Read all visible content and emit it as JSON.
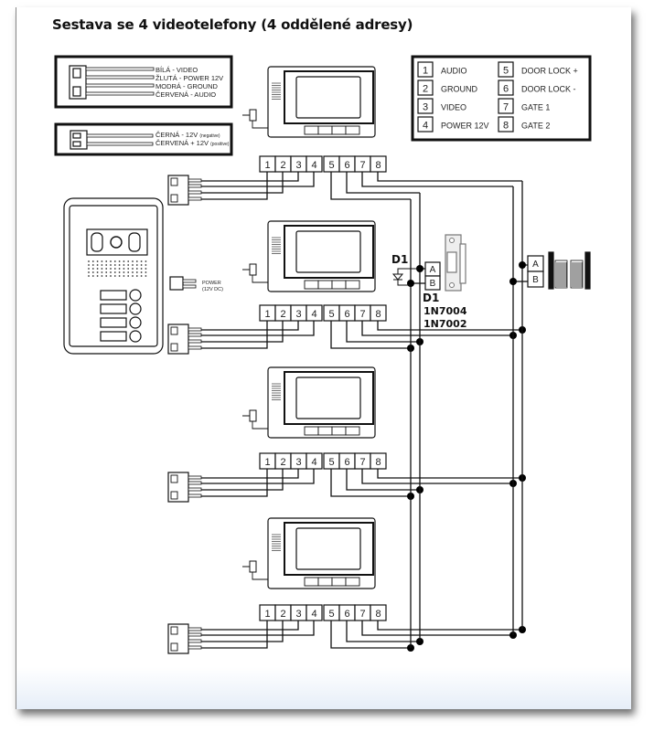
{
  "title": "Sestava se 4 videotelefony (4 oddělené adresy)",
  "wire_legend_4": [
    {
      "color": "BÍLÁ",
      "sep": "-",
      "signal": "VIDEO"
    },
    {
      "color": "ŽLUTÁ",
      "sep": "-",
      "signal": "POWER 12V"
    },
    {
      "color": "MODRÁ",
      "sep": "-",
      "signal": "GROUND"
    },
    {
      "color": "ČERVENÁ",
      "sep": "-",
      "signal": "AUDIO"
    }
  ],
  "wire_legend_2": [
    {
      "color": "ČERNÁ",
      "sep": "-",
      "signal": "12V",
      "note": "(negative)"
    },
    {
      "color": "ČERVENÁ",
      "sep": "+",
      "signal": "12V",
      "note": "(positive)"
    }
  ],
  "terminal_legend": [
    {
      "num": "1",
      "label": "AUDIO"
    },
    {
      "num": "2",
      "label": "GROUND"
    },
    {
      "num": "3",
      "label": "VIDEO"
    },
    {
      "num": "4",
      "label": "POWER 12V"
    },
    {
      "num": "5",
      "label": "DOOR LOCK +"
    },
    {
      "num": "6",
      "label": "DOOR LOCK -"
    },
    {
      "num": "7",
      "label": "GATE 1"
    },
    {
      "num": "8",
      "label": "GATE 2"
    }
  ],
  "terminals": [
    "1",
    "2",
    "3",
    "4",
    "5",
    "6",
    "7",
    "8"
  ],
  "monitors": [
    {
      "name": "monitor-1"
    },
    {
      "name": "monitor-2"
    },
    {
      "name": "monitor-3"
    },
    {
      "name": "monitor-4"
    }
  ],
  "power_label": [
    "POWER",
    "(12V DC)"
  ],
  "lock_terminals": [
    "A",
    "B"
  ],
  "gate_terminals": [
    "A",
    "B"
  ],
  "diode": {
    "label_top": "D1",
    "label_bottom": "D1",
    "part1": "1N7004",
    "part2": "1N7002"
  },
  "door_station_buttons": 4
}
